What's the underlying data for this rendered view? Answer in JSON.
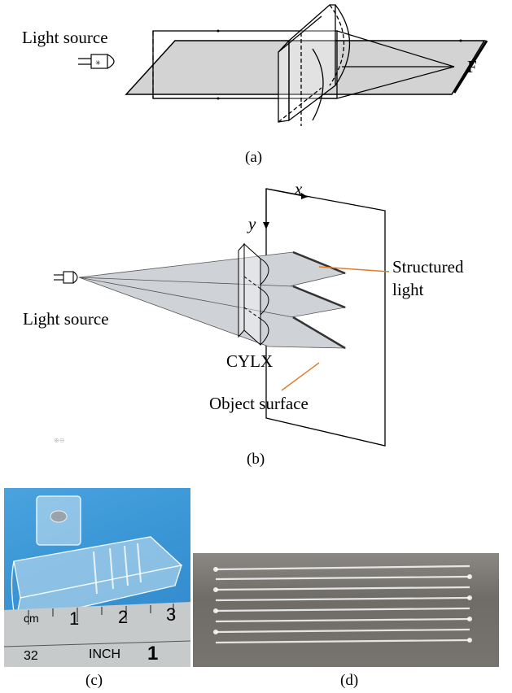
{
  "panel_a": {
    "light_source_label": "Light source",
    "focus_label": "F",
    "caption": "(a)"
  },
  "panel_b": {
    "x_axis_label": "x",
    "y_axis_label": "y",
    "structured_light_label_line1": "Structured",
    "structured_light_label_line2": "light",
    "light_source_label": "Light source",
    "cylx_label": "CYLX",
    "object_surface_label": "Object surface",
    "caption": "(b)"
  },
  "panel_c": {
    "ruler_unit_label": "cm",
    "ruler_ticks": [
      "1",
      "2",
      "3"
    ],
    "ruler_inch_label": "INCH",
    "ruler_inch_value": "1",
    "ruler_32_label": "32",
    "caption": "(c)"
  },
  "panel_d": {
    "caption": "(d)"
  },
  "colors": {
    "leader_line": "#e07b2a",
    "plane_fill": "#d3d3d3",
    "fan_fill": "#cfd3d8",
    "photo_background_c": "#3b96d6",
    "photo_background_d": "#77746f"
  }
}
